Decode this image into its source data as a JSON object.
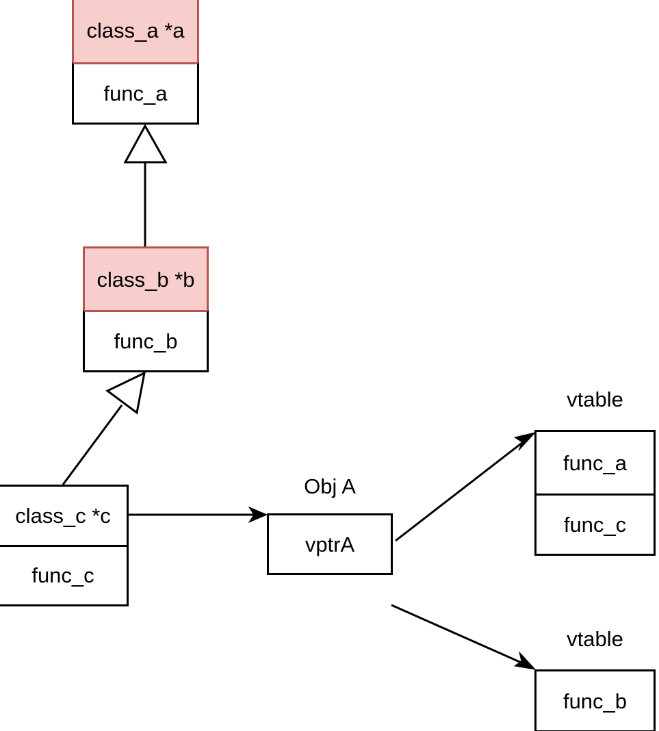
{
  "diagram": {
    "type": "uml-class-vtable-diagram",
    "background_color": "#ffffff",
    "accent_fill": "#f8cecc",
    "accent_border": "#b85450",
    "line_color": "#000000"
  },
  "classes": [
    {
      "id": "class_a",
      "title": "class_a *a",
      "member": "func_a",
      "highlighted": true
    },
    {
      "id": "class_b",
      "title": "class_b *b",
      "member": "func_b",
      "highlighted": true
    },
    {
      "id": "class_c",
      "title": "class_c *c",
      "member": "func_c",
      "highlighted": false
    }
  ],
  "object": {
    "label": "Obj A",
    "field": "vptrA"
  },
  "vtables": [
    {
      "id": "vtable_top",
      "label": "vtable",
      "entries": [
        "func_a",
        "func_c"
      ]
    },
    {
      "id": "vtable_bottom",
      "label": "vtable",
      "entries": [
        "func_b"
      ]
    }
  ],
  "relations": [
    {
      "from": "class_b",
      "to": "class_a",
      "kind": "generalization"
    },
    {
      "from": "class_c",
      "to": "class_b",
      "kind": "generalization"
    },
    {
      "from": "class_c",
      "to": "object",
      "kind": "pointer"
    },
    {
      "from": "object",
      "to": "vtable_top",
      "kind": "pointer"
    },
    {
      "from": "object",
      "to": "vtable_bottom",
      "kind": "pointer"
    }
  ]
}
